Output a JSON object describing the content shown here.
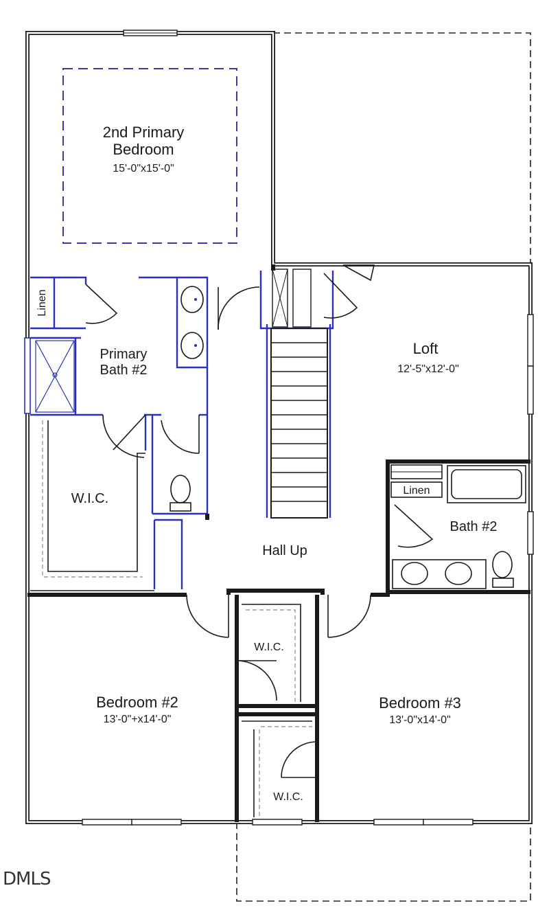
{
  "rooms": {
    "primary_bedroom": {
      "name_line1": "2nd Primary",
      "name_line2": "Bedroom",
      "dims": "15'-0\"x15'-0\""
    },
    "primary_bath": {
      "name_line1": "Primary",
      "name_line2": "Bath #2"
    },
    "linen_left": "Linen",
    "wic_left": "W.I.C.",
    "loft": {
      "name": "Loft",
      "dims": "12'-5\"x12'-0\""
    },
    "linen_right": "Linen",
    "bath2": "Bath #2",
    "hall": "Hall Up",
    "wic_center_top": "W.I.C.",
    "wic_center_bottom": "W.I.C.",
    "bedroom2": {
      "name": "Bedroom #2",
      "dims": "13'-0\"+x14'-0\""
    },
    "bedroom3": {
      "name": "Bedroom #3",
      "dims": "13'-0\"x14'-0\""
    }
  },
  "watermark": "DMLS",
  "colors": {
    "wall": "#1a1a1a",
    "accent_blue": "#2a2fc0"
  }
}
